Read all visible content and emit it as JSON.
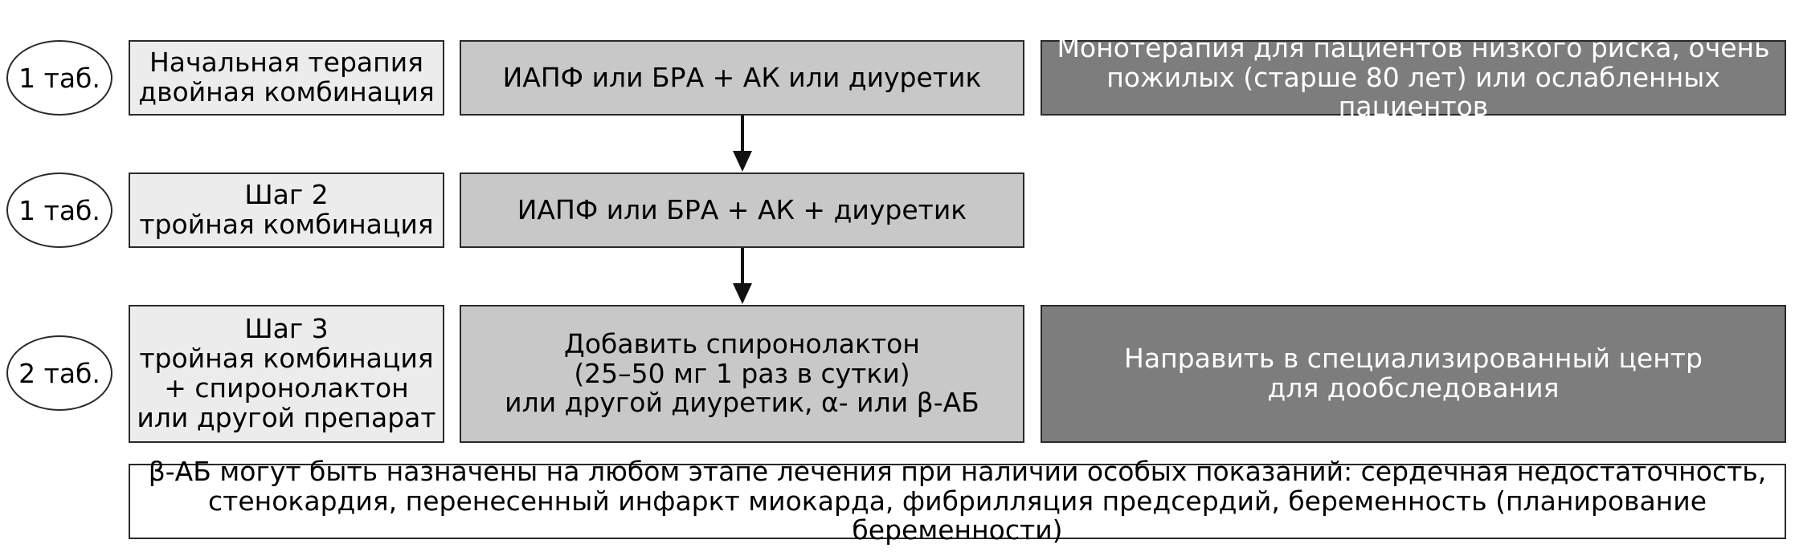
{
  "rows": [
    {
      "tablets": "1 таб.",
      "stage_lines": [
        "Начальная терапия",
        "двойная комбинация"
      ],
      "therapy_lines": [
        "ИАПФ или БРА + АК или диуретик"
      ],
      "note_lines": [
        "Монотерапия для пациентов низкого риска, очень",
        "пожилых (старше 80 лет) или ослабленных пациентов"
      ]
    },
    {
      "tablets": "1 таб.",
      "stage_lines": [
        "Шаг 2",
        "тройная комбинация"
      ],
      "therapy_lines": [
        "ИАПФ или БРА + АК + диуретик"
      ]
    },
    {
      "tablets": "2 таб.",
      "stage_lines": [
        "Шаг 3",
        "тройная комбинация",
        "+ спиронолактон",
        "или другой препарат"
      ],
      "therapy_lines": [
        "Добавить спиронолактон",
        "(25–50 мг 1 раз в сутки)",
        "или другой диуретик, α- или β-АБ"
      ],
      "note_lines": [
        "Направить в специализированный центр",
        "для дообследования"
      ]
    }
  ],
  "footer_lines": [
    "β-АБ могут быть назначены на любом этапе лечения при наличии особых показаний: сердечная недостаточность,",
    "стенокардия, перенесенный инфаркт миокарда, фибрилляция предсердий, беременность (планирование беременности)"
  ],
  "colors": {
    "stage_fill": "#ececec",
    "therapy_fill": "#c8c8c8",
    "note_fill": "#7d7d7d",
    "border": "#2a2a2a"
  }
}
